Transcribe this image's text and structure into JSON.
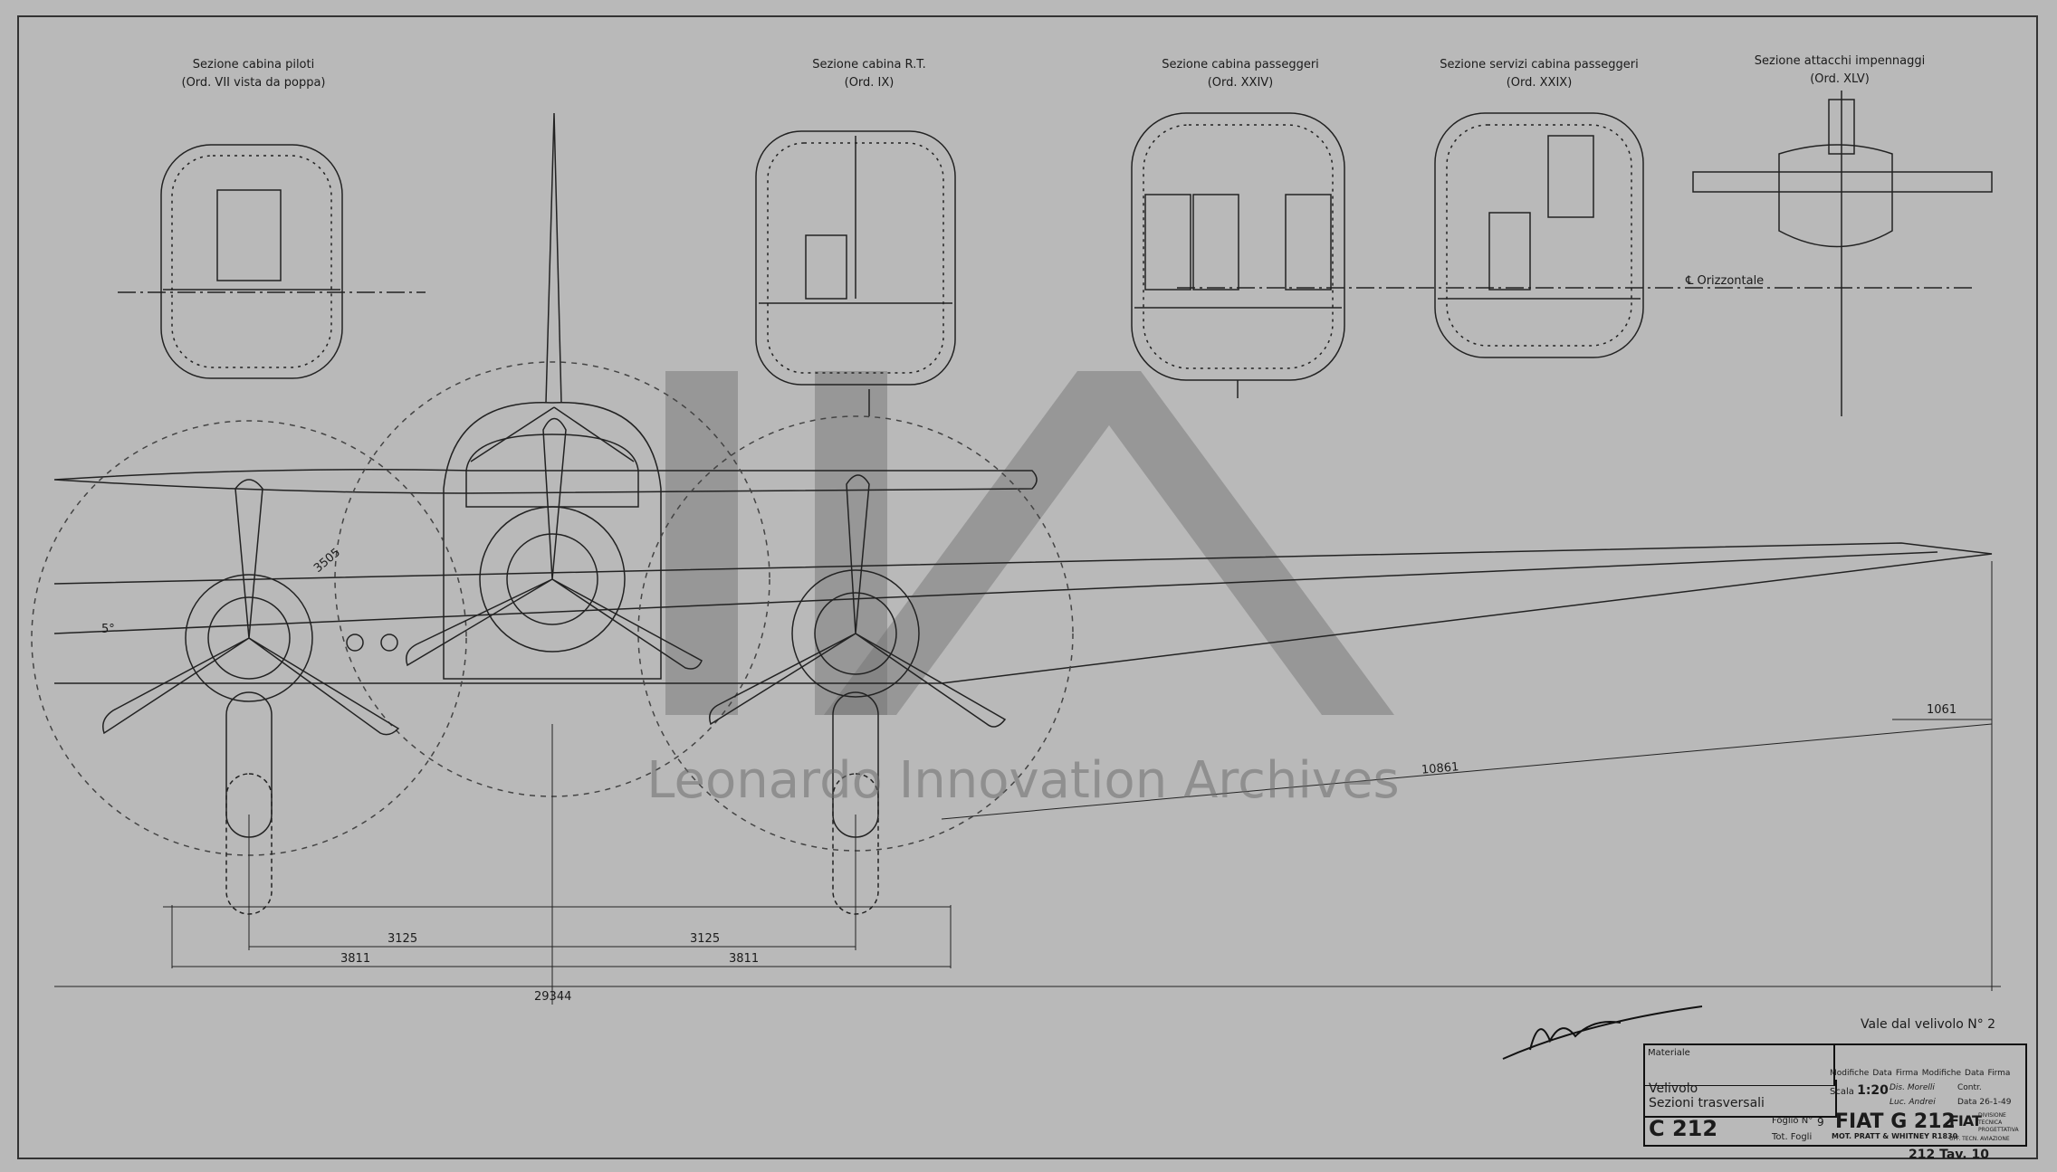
{
  "sections": [
    {
      "title": "Sezione cabina piloti",
      "ref": "(Ord. VII vista da poppa)"
    },
    {
      "title": "Sezione cabina R.T.",
      "ref": "(Ord. IX)"
    },
    {
      "title": "Sezione cabina passeggeri",
      "ref": "(Ord. XXIV)"
    },
    {
      "title": "Sezione servizi cabina passeggeri",
      "ref": "(Ord. XXIX)"
    },
    {
      "title": "Sezione attacchi impennaggi",
      "ref": "(Ord. XLV)"
    }
  ],
  "axis_label": "℄ Orizzontale",
  "dimensions": {
    "prop_radius": "3505",
    "dihedral": "5°",
    "engine_left": "3125",
    "engine_right": "3125",
    "gear_left": "3811",
    "gear_right": "3811",
    "span": "29344",
    "half_wing": "10861",
    "tip_rise": "1061"
  },
  "watermark": {
    "logo": "LIA",
    "text": "Leonardo Innovation Archives"
  },
  "note": "Vale dal velivolo N° 2",
  "title_block": {
    "materiale": "Materiale",
    "velivolo": "Velivolo",
    "subject": "Sezioni trasversali",
    "drawing_no": "C 212",
    "foglio_label": "Foglio N°",
    "foglio_value": "9",
    "tot_fogli": "Tot. Fogli",
    "mod_headers": [
      "Modifiche",
      "Data",
      "Firma",
      "Modifiche",
      "Data",
      "Firma"
    ],
    "scala_label": "Scala",
    "scala_value": "1:20",
    "dis": "Dis. Morelli",
    "luc": "Luc. Andrei",
    "contr": "Contr.",
    "data": "Data 26-1-49",
    "aircraft": "FIAT G 212",
    "engine": "MOT. PRATT & WHITNEY R1830",
    "fiat_logo": "FIAT",
    "dept": "DIVISIONE TECNICA PROGETTATIVA",
    "office": "UFF. TECN. AVIAZIONE"
  },
  "sheet_ref": "212 Tav. 10"
}
